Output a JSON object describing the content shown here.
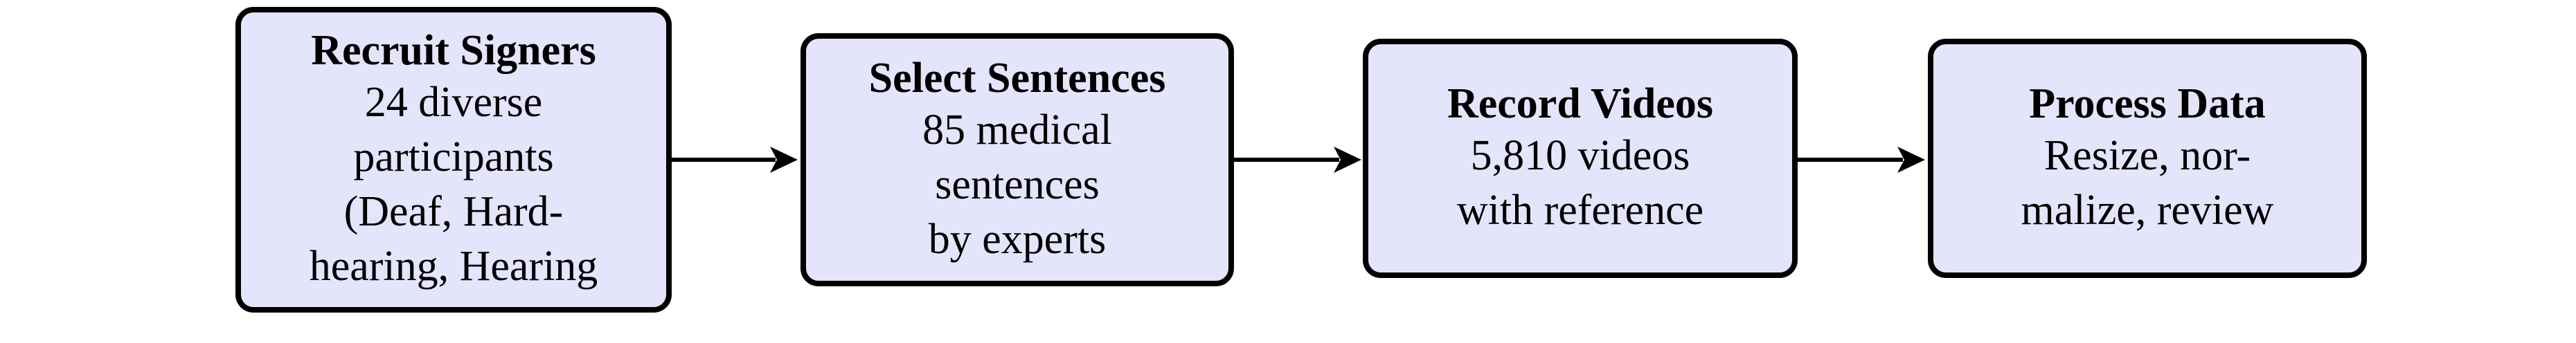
{
  "diagram": {
    "colors": {
      "node_fill": "#e4e4fb",
      "node_border": "#000000",
      "arrow": "#000000"
    },
    "steps": [
      {
        "title": "Recruit Signers",
        "lines": [
          "24 diverse",
          "participants",
          "(Deaf, Hard-",
          "hearing, Hearing"
        ]
      },
      {
        "title": "Select Sentences",
        "lines": [
          "85 medical",
          "sentences",
          "by experts"
        ]
      },
      {
        "title": "Record Videos",
        "lines": [
          "5,810 videos",
          "with reference"
        ]
      },
      {
        "title": "Process Data",
        "lines": [
          "Resize, nor-",
          "malize, review"
        ]
      }
    ]
  }
}
